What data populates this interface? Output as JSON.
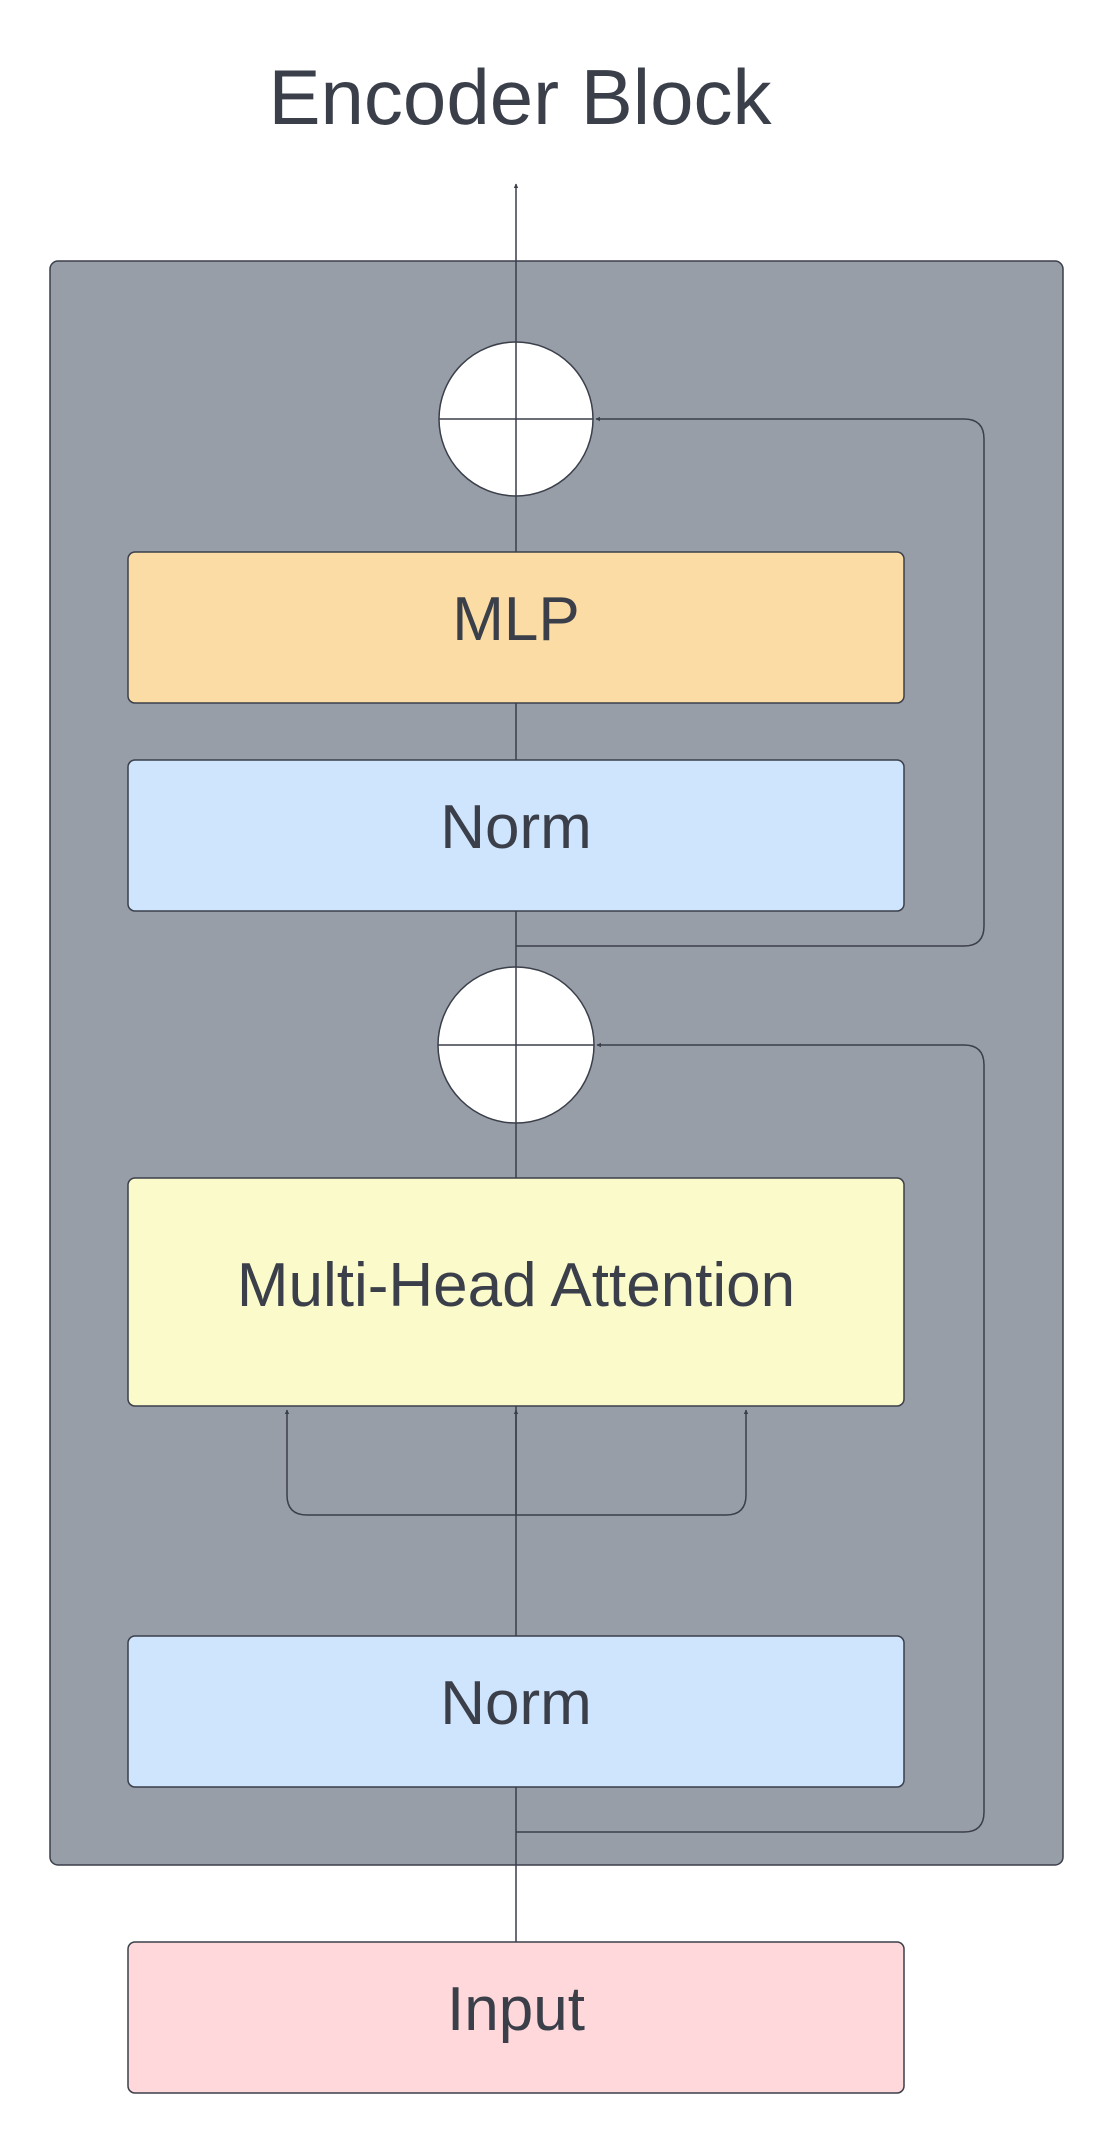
{
  "title": "Encoder Block",
  "blocks": {
    "mlp": "MLP",
    "norm_top": "Norm",
    "attention": "Multi-Head Attention",
    "norm_bottom": "Norm",
    "input": "Input"
  },
  "colors": {
    "encoder_container": "#989ea8",
    "mlp": "#fcdca5",
    "norm": "#cfe4fd",
    "attention": "#fbfacb",
    "input": "#fed8da",
    "line": "#3a3f4a",
    "text": "#3a3f4a",
    "add_node": "#ffffff"
  },
  "icons": {
    "add_top": "circle-plus-icon",
    "add_bottom": "circle-plus-icon"
  }
}
